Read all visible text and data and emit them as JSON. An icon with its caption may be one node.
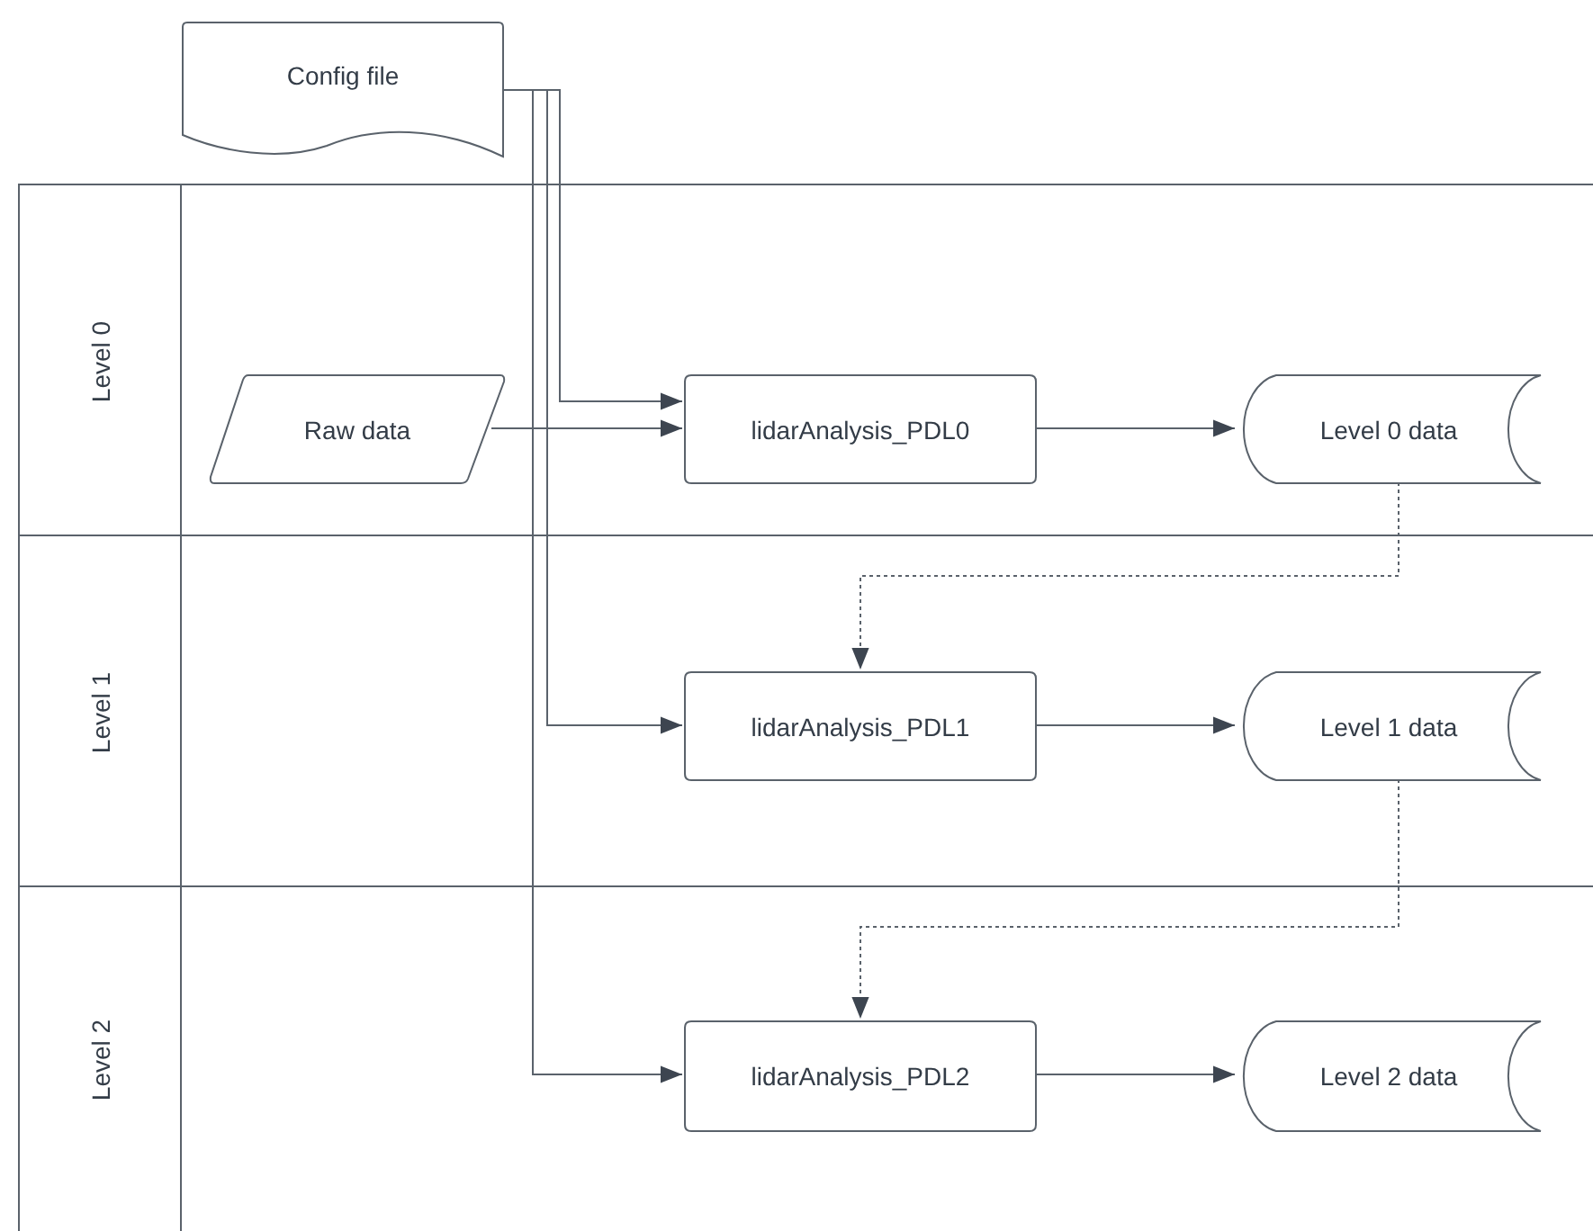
{
  "diagram": {
    "nodes": [
      {
        "text": [
          "Config file"
        ]
      },
      {
        "text": [
          "Level 0"
        ]
      },
      {
        "text": [
          "Raw data"
        ],
        "in": 1
      },
      {
        "text": [
          "lidarAnalysis_PDL0"
        ],
        "in": 1
      },
      {
        "text": [
          "Level 0 data"
        ],
        "in": 1
      },
      {
        "text": [
          "Level 1"
        ]
      },
      {
        "text": [
          "lidarAnalysis_PDL1"
        ],
        "in": 5
      },
      {
        "text": [
          "Level 1 data"
        ],
        "in": 5
      },
      {
        "text": [
          "Level 2"
        ]
      },
      {
        "text": [
          "lidarAnalysis_PDL2"
        ],
        "in": 8
      },
      {
        "text": [
          "Level 2 data"
        ],
        "in": 8
      }
    ],
    "edges": [
      {
        "from": 0,
        "to": 3,
        "arrow": "to"
      },
      {
        "from": 2,
        "to": 3,
        "arrow": "to"
      },
      {
        "from": 3,
        "to": 4,
        "arrow": "to"
      },
      {
        "from": 4,
        "to": 6,
        "arrow": "to",
        "style": "dashed"
      },
      {
        "from": 0,
        "to": 6,
        "arrow": "to"
      },
      {
        "from": 6,
        "to": 7,
        "arrow": "to"
      },
      {
        "from": 7,
        "to": 9,
        "arrow": "to",
        "style": "dashed"
      },
      {
        "from": 0,
        "to": 9,
        "arrow": "to"
      },
      {
        "from": 9,
        "to": 10,
        "arrow": "to"
      }
    ]
  }
}
